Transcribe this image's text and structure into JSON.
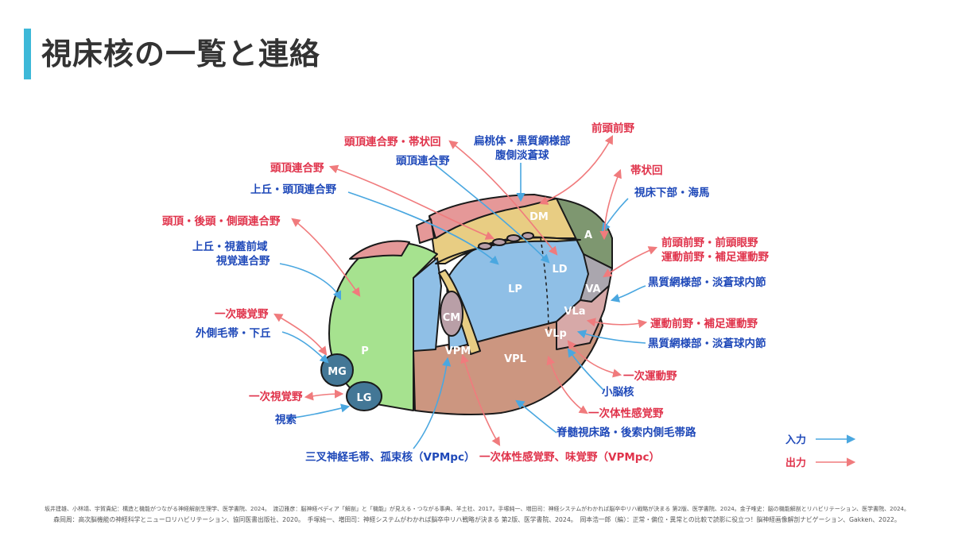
{
  "title": "視床核の一覧と連絡",
  "colors": {
    "input": "#4aa7e0",
    "output": "#f07b7d",
    "input_text": "#1f49b9",
    "output_text": "#e0334b",
    "accent": "#3db8d8"
  },
  "nuclei": {
    "DM": "DM",
    "A": "A",
    "LD": "LD",
    "LP": "LP",
    "VA": "VA",
    "VLa": "VLa",
    "VLp": "VLp",
    "CM": "CM",
    "VPM": "VPM",
    "VPL": "VPL",
    "P": "P",
    "MG": "MG",
    "LG": "LG"
  },
  "labels": {
    "touchou_taijou_out": "頭頂連合野・帯状回",
    "hentou_in_1": "扁桃体・黒質網様部",
    "hentou_in_2": "腹側淡蒼球",
    "zentou_out": "前頭前野",
    "touchou_in": "頭頂連合野",
    "taijou_out": "帯状回",
    "touchou_out": "頭頂連合野",
    "shishoukabu_in": "視床下部・海馬",
    "joukyu_touchou_in": "上丘・頭頂連合野",
    "touchou_koutou_out": "頭頂・後頭・側頭連合野",
    "zentou_gan_out_1": "前頭前野・前頭眼野",
    "zentou_gan_out_2": "運動前野・補足運動野",
    "joukyu_shigai_in_1": "上丘・視蓋前域",
    "joukyu_shigai_in_2": "視覚連合野",
    "kokushitsu_in_1": "黒質網様部・淡蒼球内節",
    "ichiji_choukaku_out": "一次聴覚野",
    "undouzen_out": "運動前野・補足運動野",
    "gaisoku_in": "外側毛帯・下丘",
    "kokushitsu_in_2": "黒質網様部・淡蒼球内節",
    "ichiji_undou_out": "一次運動野",
    "shounou_in": "小脳核",
    "ichiji_shikaku_out": "一次視覚野",
    "shisaku_in": "視索",
    "ichiji_taisei_out": "一次体性感覚野",
    "sekizui_in": "脊髄視床路・後索内側毛帯路",
    "sansa_in": "三叉神経毛帯、孤束核（VPMpc）",
    "taisei_mikaku_out": "一次体性感覚野、味覚野（VPMpc）"
  },
  "legend": {
    "input": "入力",
    "output": "出力"
  },
  "references": {
    "line1": "坂井建雄、小林靖、宇賀貴紀：構造と機能がつながる神経解剖生理学、医学書院、2024。　渡辺雅彦：脳神経ペディア「解剖」と「機能」が見える・つながる事典、羊土社、2017。手塚純一、増田司：神経システムがわかれば脳卒中リハ戦略が決まる 第2版、医学書院、2024。金子唯史：脳の機能解剖とリハビリテーション、医学書院、2024。",
    "line2": "森岡周：高次脳機能の神経科学とニューロリハビリテーション、協同医書出版社、2020。　手塚純一、増田司：神経システムがわかれば脳卒中リハ戦略が決まる 第2版、医学書院、2024。　岡本浩一郎（編）：正常・偏位・異常との比較で読影に役立つ！脳神経画像解剖ナビゲーション、Gakken、2022。"
  }
}
